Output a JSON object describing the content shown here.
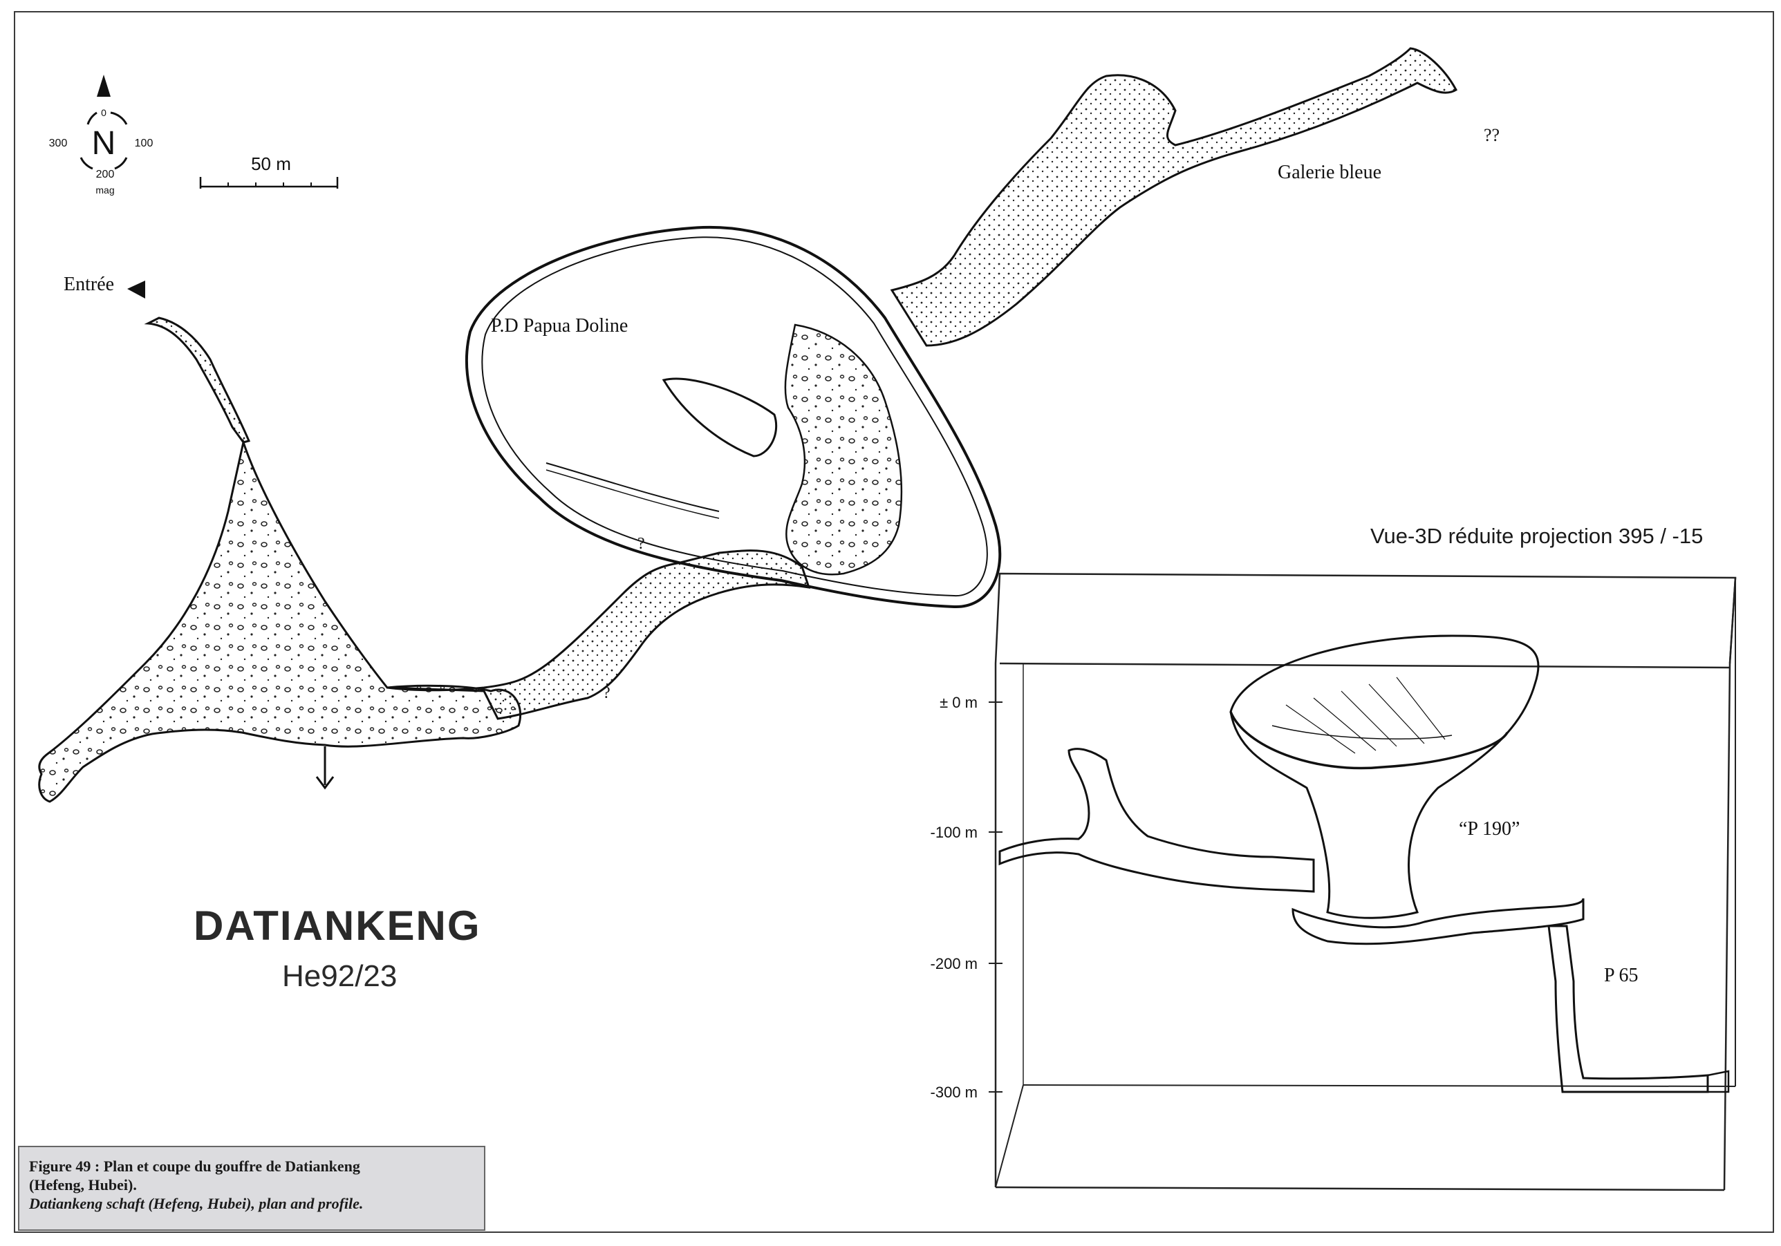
{
  "title": "DATIANKENG",
  "code": "He92/23",
  "compass": {
    "letter": "N",
    "bearing_top": "0",
    "bearing_right": "100",
    "bearing_bottom": "200",
    "bearing_left": "300",
    "mag_label": "mag"
  },
  "scale_bar": {
    "label": "50 m"
  },
  "plan_labels": {
    "entree": "Entrée",
    "doline": "P.D Papua Doline",
    "galerie": "Galerie bleue",
    "unknown_1": "??",
    "unknown_2": "?",
    "unknown_3": "?"
  },
  "view3d": {
    "title": "Vue-3D réduite projection 395 / -15",
    "depth_ticks": [
      "± 0 m",
      "-100 m",
      "-200 m",
      "-300 m"
    ],
    "shaft_p190": "“P 190”",
    "shaft_p65": "P 65"
  },
  "caption": {
    "line1": "Figure 49 : Plan et coupe du gouffre de Datiankeng",
    "line2": "(Hefeng, Hubei).",
    "line3": "Datiankeng schaft (Hefeng, Hubei), plan and profile."
  },
  "colors": {
    "ink": "#1a1a1a",
    "caption_bg": "#dcdcdf",
    "frame": "#3a3a3a"
  }
}
